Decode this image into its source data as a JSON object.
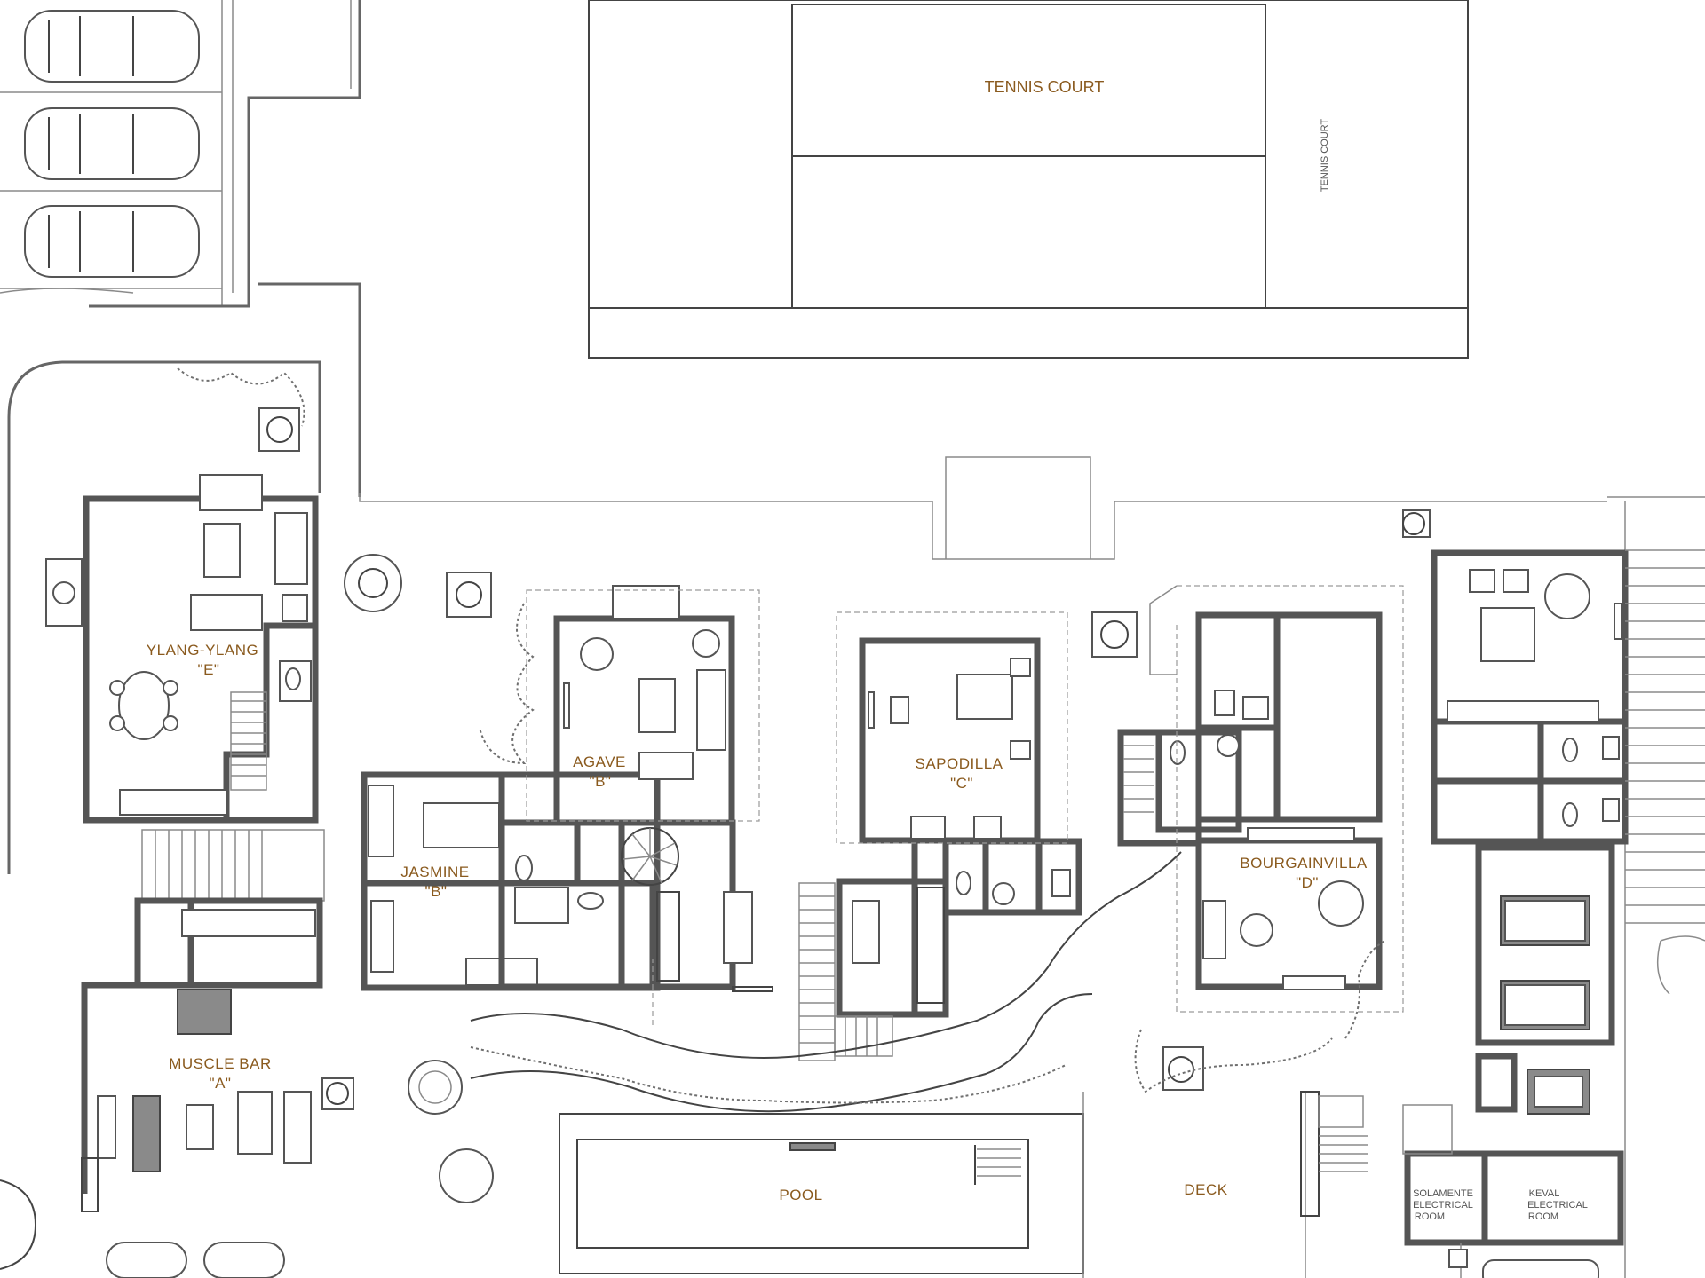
{
  "plan": {
    "tennis": {
      "label": "TENNIS COURT",
      "side_label": "TENNIS COURT"
    },
    "rooms": {
      "ylang_name": "YLANG-YLANG",
      "ylang_code": "\"E\"",
      "agave_name": "AGAVE",
      "agave_code": "\"B\"",
      "jasmine_name": "JASMINE",
      "jasmine_code": "\"B\"",
      "sapodilla_name": "SAPODILLA",
      "sapodilla_code": "\"C\"",
      "bourgainvilla_name": "BOURGAINVILLA",
      "bourgainvilla_code": "\"D\"",
      "musclebar_name": "MUSCLE BAR",
      "musclebar_code": "\"A\""
    },
    "outdoor": {
      "pool": "POOL",
      "deck": "DECK"
    },
    "electrical": {
      "solamente_l1": "SOLAMENTE",
      "solamente_l2": "ELECTRICAL",
      "solamente_l3": "ROOM",
      "keval_l1": "KEVAL",
      "keval_l2": "ELECTRICAL",
      "keval_l3": "ROOM"
    }
  },
  "colors": {
    "label": "#8a5a1e",
    "wall": "#555555",
    "line": "#8a8a8a"
  }
}
